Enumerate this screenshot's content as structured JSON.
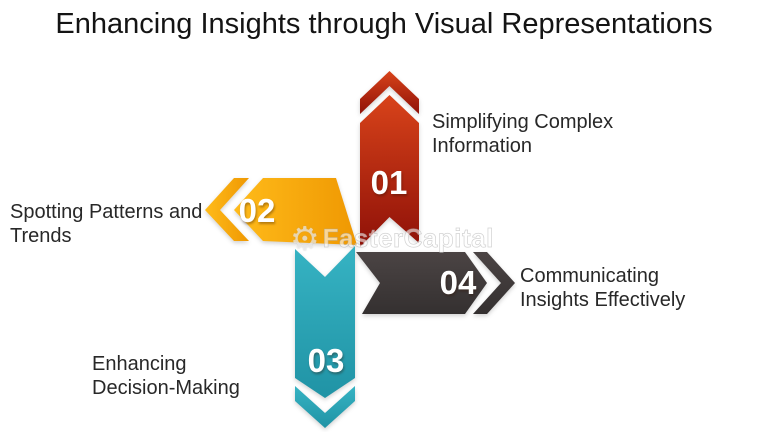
{
  "title": "Enhancing Insights through Visual Representations",
  "watermark": {
    "gear_icon": "⚙",
    "text": "FasterCapital"
  },
  "colors": {
    "red_start": "#d8431a",
    "red_end": "#8f1108",
    "orange_start": "#ffbb1a",
    "orange_end": "#ef9802",
    "teal_start": "#36b3c3",
    "teal_end": "#2093a5",
    "gray_start": "#4b4444",
    "gray_end": "#343030",
    "title_text": "#141414",
    "label_text": "#282828",
    "number_text": "#ffffff"
  },
  "arrows": [
    {
      "number": "01",
      "label": "Simplifying Complex Information",
      "direction": "up",
      "color_name": "dark-red"
    },
    {
      "number": "02",
      "label": "Spotting Patterns and Trends",
      "direction": "left",
      "color_name": "orange"
    },
    {
      "number": "03",
      "label": "Enhancing Decision-Making",
      "direction": "down",
      "color_name": "teal"
    },
    {
      "number": "04",
      "label": "Communicating Insights Effectively",
      "direction": "right",
      "color_name": "dark-gray"
    }
  ]
}
